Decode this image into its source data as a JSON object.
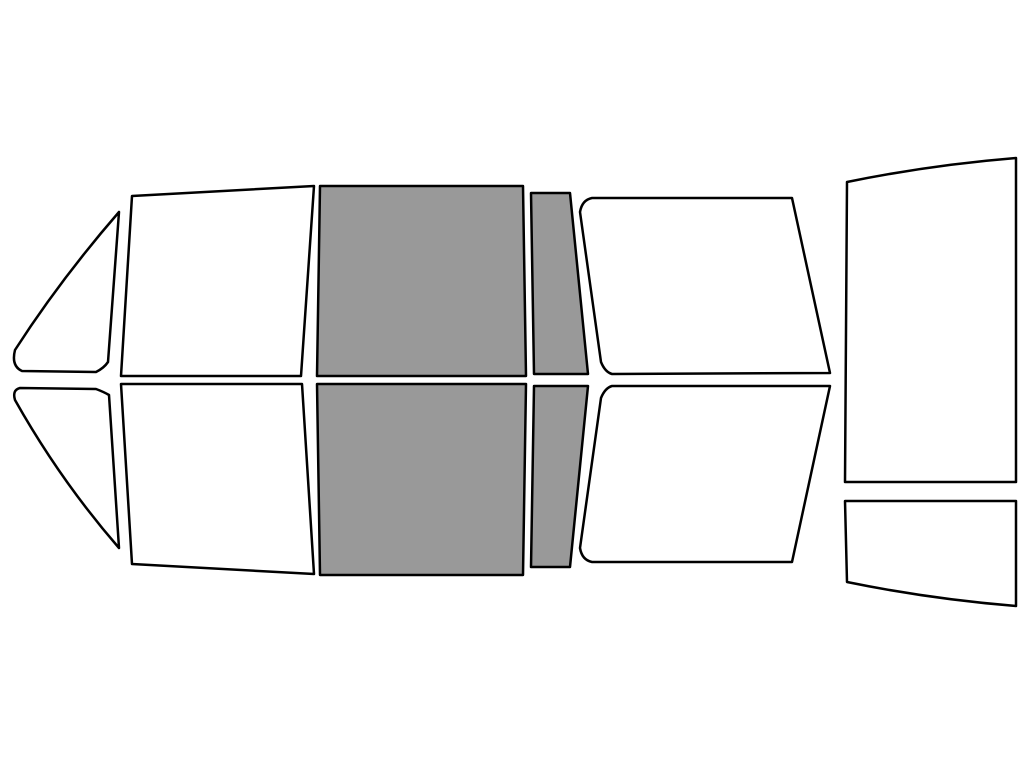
{
  "diagram": {
    "background_color": "#ffffff",
    "outline_color": "#000000",
    "fill_colors": {
      "tinted": "#999999",
      "untinted": "#ffffff"
    },
    "panels": [
      {
        "name": "left-front-quarter-upper",
        "tinted": false
      },
      {
        "name": "left-front-quarter-lower",
        "tinted": false
      },
      {
        "name": "front-door-upper",
        "tinted": false
      },
      {
        "name": "front-door-lower",
        "tinted": false
      },
      {
        "name": "rear-door-upper",
        "tinted": true
      },
      {
        "name": "rear-door-lower",
        "tinted": true
      },
      {
        "name": "rear-quarter-strip-upper",
        "tinted": true
      },
      {
        "name": "rear-quarter-strip-lower",
        "tinted": true
      },
      {
        "name": "rear-side-upper",
        "tinted": false
      },
      {
        "name": "rear-side-lower",
        "tinted": false
      },
      {
        "name": "back-glass",
        "tinted": false
      },
      {
        "name": "back-strip",
        "tinted": false
      }
    ]
  }
}
